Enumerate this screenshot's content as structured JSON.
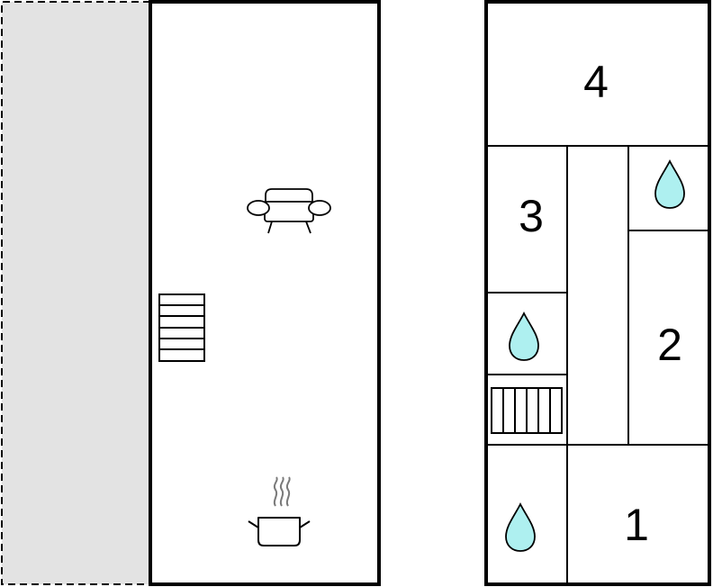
{
  "floor_plan": {
    "terrace": {
      "fill": "#e3e3e3",
      "border_style": "dashed"
    },
    "ground_floor": {
      "icons": [
        "sofa-icon",
        "staircase-icon",
        "cooking-pot-icon"
      ]
    },
    "upper_floor": {
      "rooms": [
        {
          "number": "4"
        },
        {
          "number": "3"
        },
        {
          "number": "2"
        },
        {
          "number": "1"
        }
      ],
      "bathroom_icon": "water-drop-icon",
      "bathroom_count": 3,
      "stair_icon": "staircase-icon"
    }
  },
  "colors": {
    "wall": "#000000",
    "water_drop": "#aef0f0",
    "steam": "#7a7a7a",
    "background": "#ffffff"
  }
}
